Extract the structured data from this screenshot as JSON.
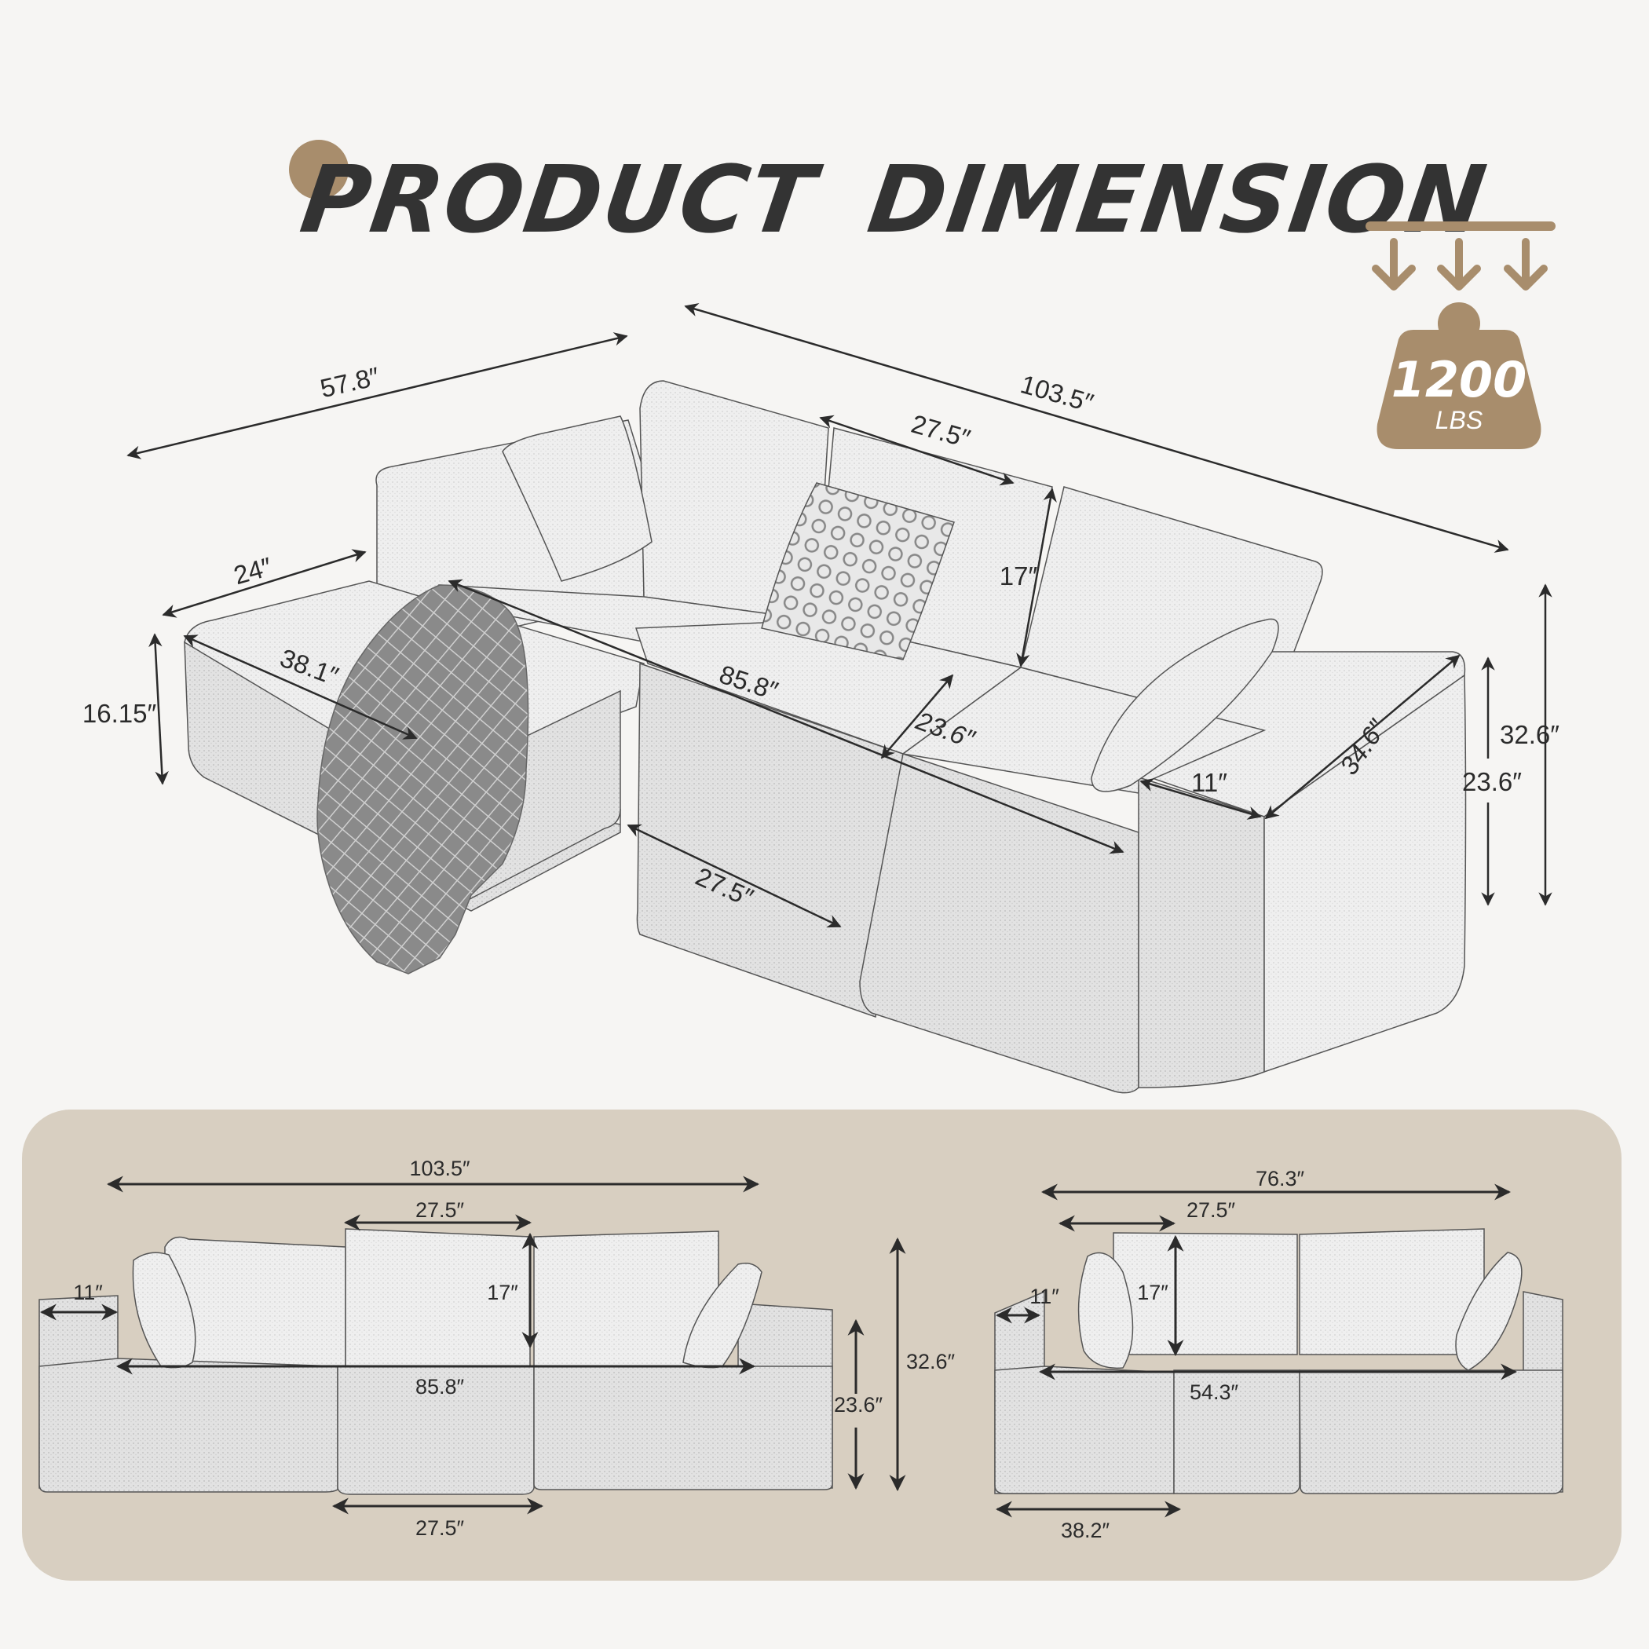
{
  "header": {
    "title_word1": "PRODUCT",
    "title_word2": "DIMENSION",
    "accent_color": "#a88d6c",
    "title_color": "#333333"
  },
  "weight_badge": {
    "icon": "weight-capacity-icon",
    "value": "1200",
    "unit": "LBS",
    "color": "#a88d6c"
  },
  "main_view": {
    "description": "Isometric L-shaped modular sectional sofa with ottoman/chaise, throw blanket and pillows",
    "labels": {
      "chaise_total_length": "57.8″",
      "overall_length": "103.5″",
      "back_cushion_width": "27.5″",
      "ottoman_width": "24″",
      "back_cushion_height": "17″",
      "ottoman_height": "16.15″",
      "ottoman_depth": "38.1″",
      "seat_width": "85.8″",
      "seat_depth": "23.6″",
      "armrest_width": "11″",
      "overall_depth": "34.6″",
      "overall_height": "32.6″",
      "arm_height": "23.6″",
      "module_width": "27.5″"
    }
  },
  "bottom_panel": {
    "background_color": "#d8cfc1",
    "three_seater": {
      "overall_width": "103.5″",
      "back_cushion_width": "27.5″",
      "back_cushion_height": "17″",
      "armrest_width": "11″",
      "seat_width": "85.8″",
      "overall_height": "32.6″",
      "arm_height": "23.6″",
      "module_width": "27.5″"
    },
    "loveseat": {
      "overall_width": "76.3″",
      "back_cushion_width": "27.5″",
      "back_cushion_height": "17″",
      "armrest_width": "11″",
      "seat_width": "54.3″",
      "module_width": "38.2″"
    }
  }
}
